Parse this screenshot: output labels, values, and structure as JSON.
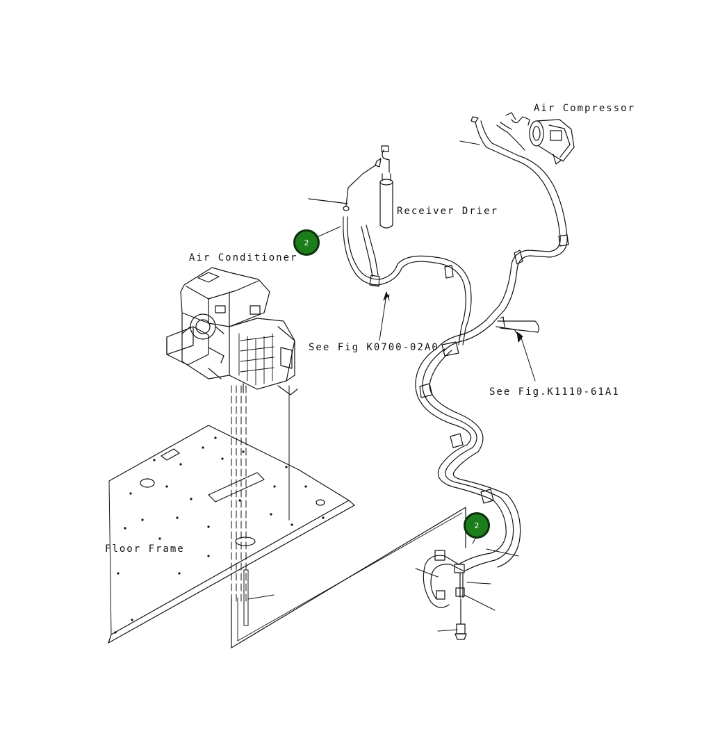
{
  "labels": {
    "air_compressor": "Air Compressor",
    "receiver_drier": "Receiver Drier",
    "air_conditioner": "Air Conditioner",
    "see_fig_1": "See Fig K0700-02A0",
    "see_fig_2": "See Fig.K1110-61A1",
    "floor_frame": "Floor Frame"
  },
  "callouts": [
    {
      "number": "2"
    },
    {
      "number": "2"
    }
  ],
  "colors": {
    "line": "#111111",
    "callout_fill": "#1a7f1a",
    "callout_border": "#0b2e0b"
  }
}
